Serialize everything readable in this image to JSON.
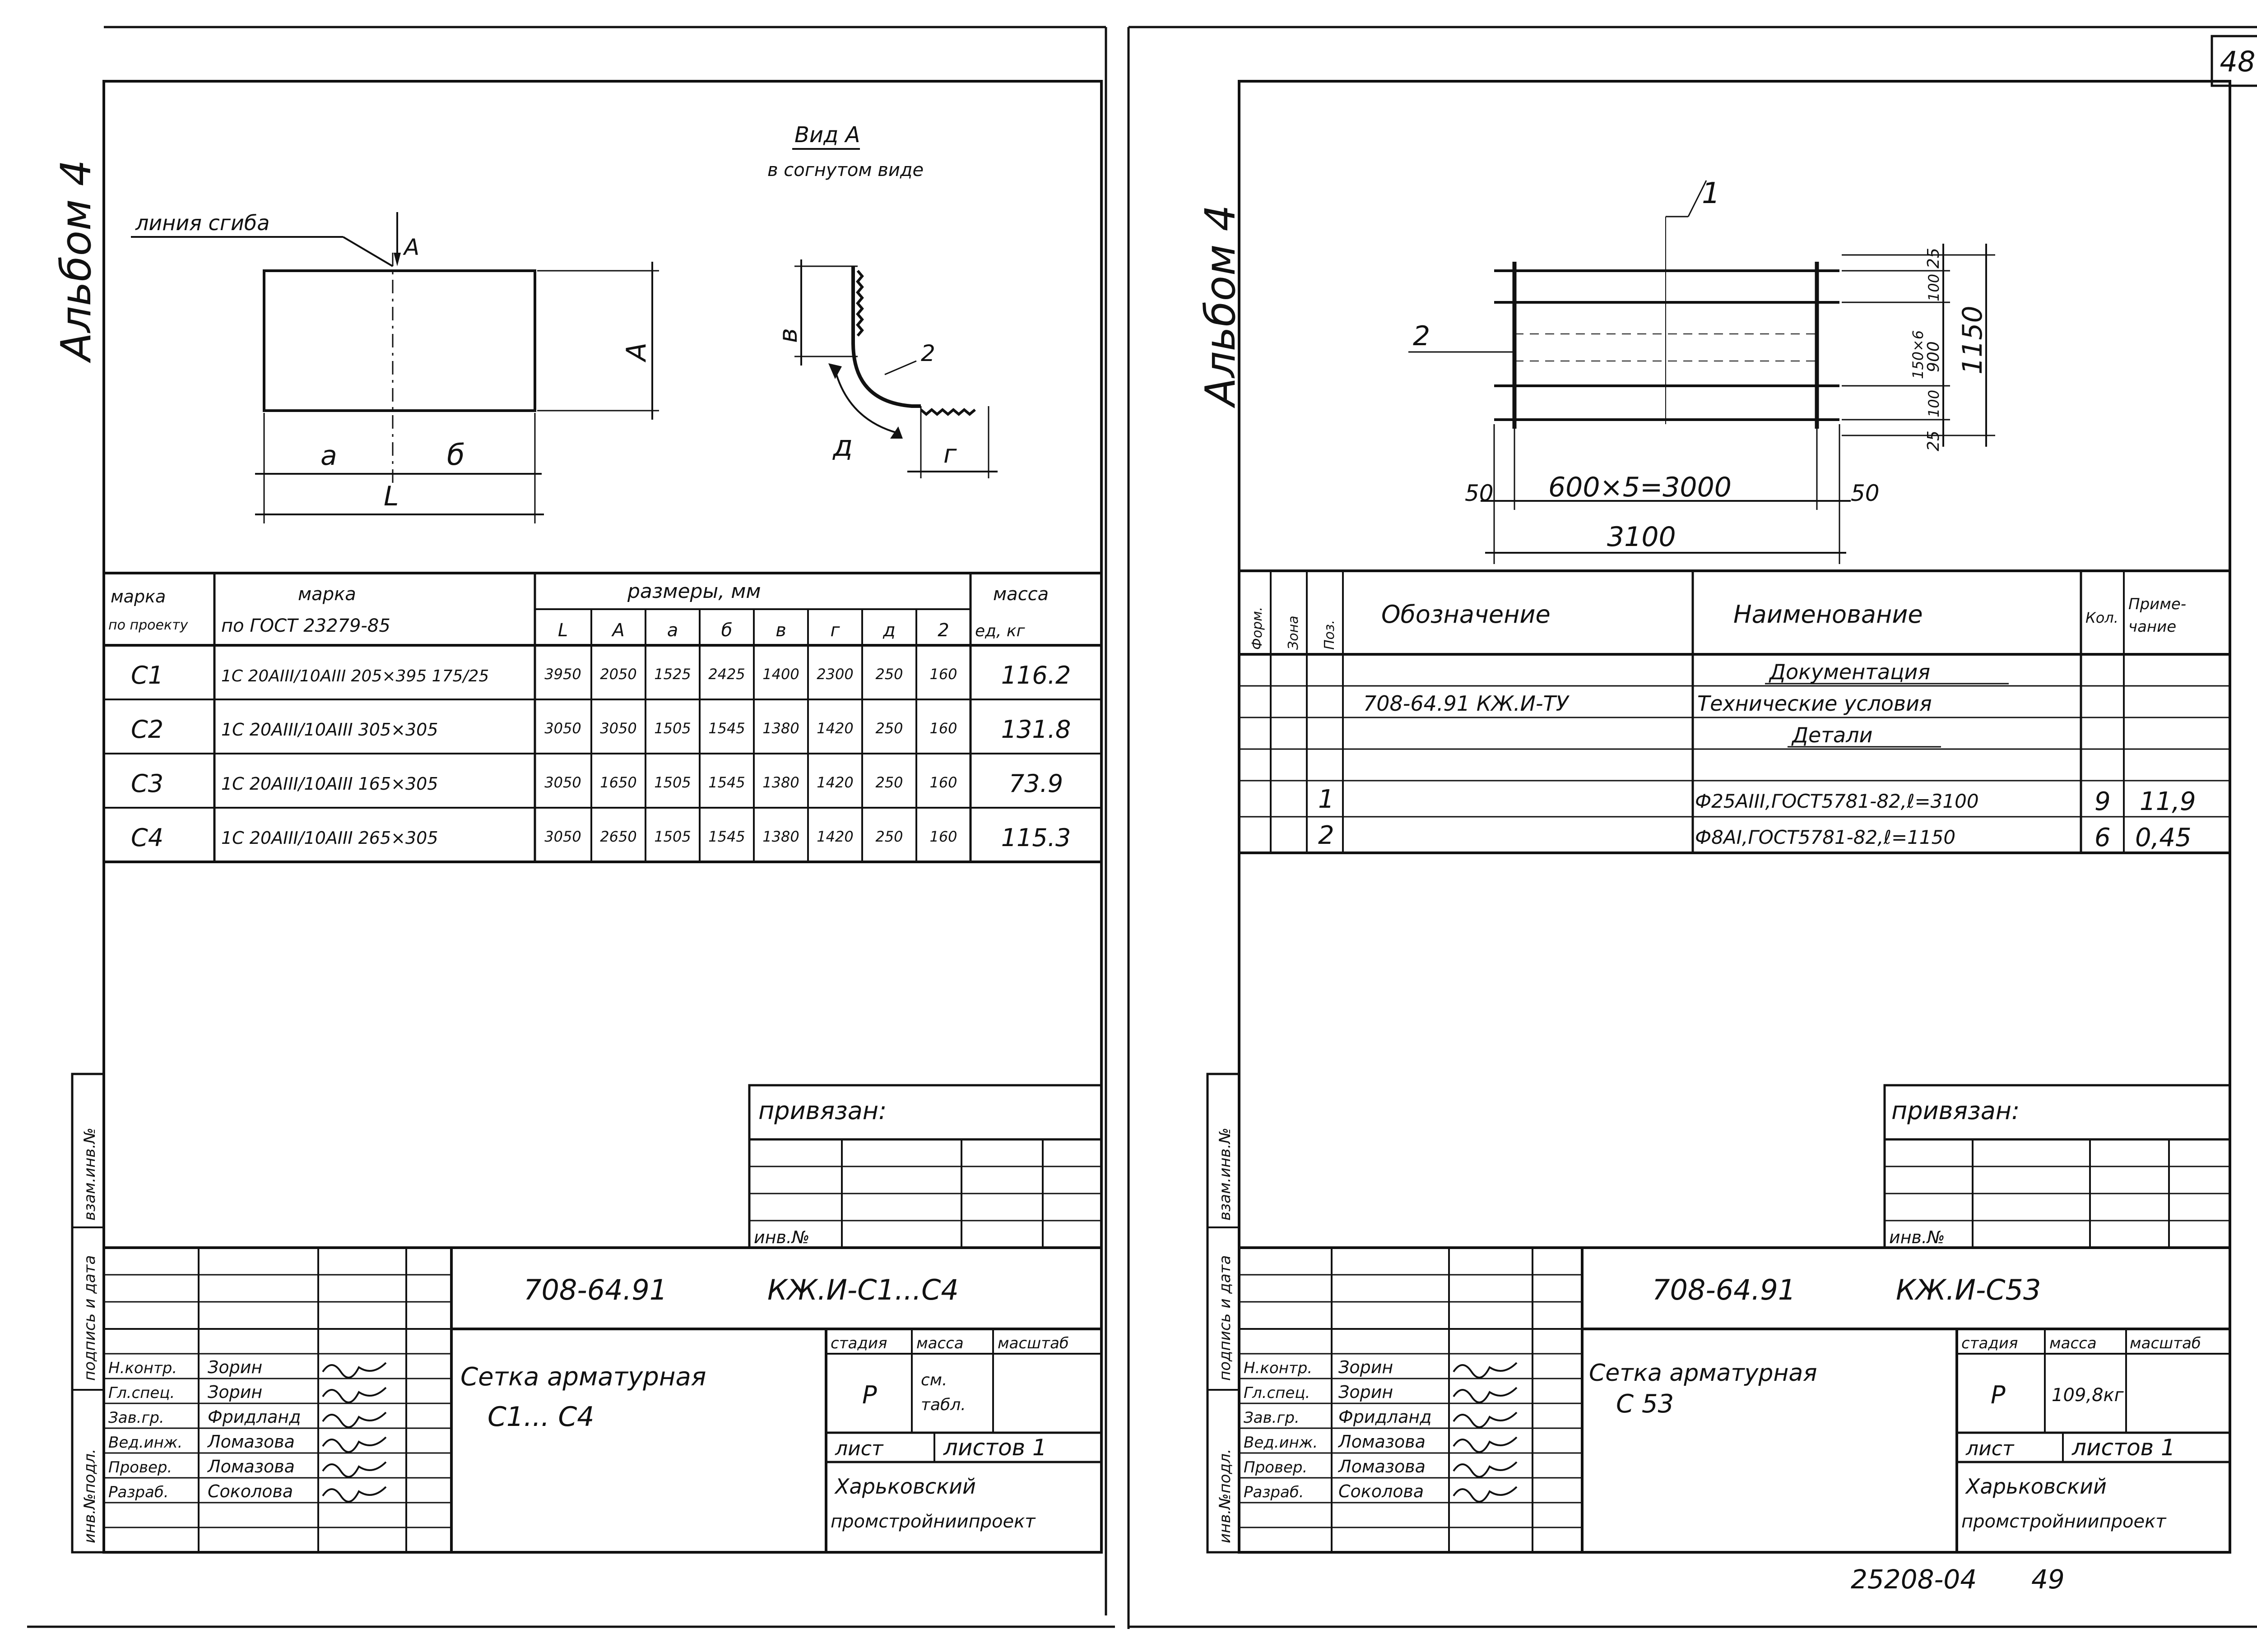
{
  "page_number": "48",
  "footer_number": "25208-04",
  "footer_page": "49",
  "left": {
    "album": "Альбом 4",
    "drawing": {
      "bend_line_label": "линия сгиба",
      "view_label": "Вид А",
      "view_sub": "в согнутом виде",
      "dim_A": "А",
      "arrow_A": "А",
      "dim_a": "а",
      "dim_b": "б",
      "dim_L": "L",
      "dim_v": "в",
      "dim_g": "г",
      "dim_d": "д",
      "dim_2": "2"
    },
    "spec_table": {
      "head_mark_project_1": "марка",
      "head_mark_project_2": "по проекту",
      "head_mark_gost_1": "марка",
      "head_mark_gost_2": "по ГОСТ 23279-85",
      "head_sizes": "размеры, мм",
      "head_mass_1": "масса",
      "head_mass_2": "ед, кг",
      "size_cols": [
        "L",
        "А",
        "а",
        "б",
        "в",
        "г",
        "д",
        "2"
      ],
      "rows": [
        {
          "mark": "С1",
          "gost": "1С 20АIII/10АIII 205×395 175/25",
          "sizes": [
            "3950",
            "2050",
            "1525",
            "2425",
            "1400",
            "2300",
            "250",
            "160"
          ],
          "mass": "116.2"
        },
        {
          "mark": "С2",
          "gost": "1С 20АIII/10АIII 305×305",
          "sizes": [
            "3050",
            "3050",
            "1505",
            "1545",
            "1380",
            "1420",
            "250",
            "160"
          ],
          "mass": "131.8"
        },
        {
          "mark": "С3",
          "gost": "1С 20АIII/10АIII 165×305",
          "sizes": [
            "3050",
            "1650",
            "1505",
            "1545",
            "1380",
            "1420",
            "250",
            "160"
          ],
          "mass": "73.9"
        },
        {
          "mark": "С4",
          "gost": "1С 20АIII/10АIII 265×305",
          "sizes": [
            "3050",
            "2650",
            "1505",
            "1545",
            "1380",
            "1420",
            "250",
            "160"
          ],
          "mass": "115.3"
        }
      ]
    },
    "privyazan": "привязан:",
    "inv_no": "инв.№",
    "side_stamp": [
      "инв.№подл.",
      "подпись и дата",
      "взам.инв.№"
    ],
    "doc_code": "708-64.91",
    "doc_suffix": "КЖ.И-С1...С4",
    "title_1": "Сетка арматурная",
    "title_2": "С1... С4",
    "col_stage": "стадия",
    "col_mass": "масса",
    "col_scale": "масштаб",
    "stage_value": "Р",
    "mass_value_1": "см.",
    "mass_value_2": "табл.",
    "sheet_label": "лист",
    "sheets_label": "листов 1",
    "org_1": "Харьковский",
    "org_2": "промстройниипроект",
    "signers": [
      {
        "role": "Н.контр.",
        "name": "Зорин"
      },
      {
        "role": "Гл.спец.",
        "name": "Зорин"
      },
      {
        "role": "Зав.гр.",
        "name": "Фридланд"
      },
      {
        "role": "Вед.инж.",
        "name": "Ломазова"
      },
      {
        "role": "Провер.",
        "name": "Ломазова"
      },
      {
        "role": "Разраб.",
        "name": "Соколова"
      }
    ]
  },
  "right": {
    "album": "Альбом 4",
    "drawing": {
      "pos_1": "1",
      "pos_2": "2",
      "dim_50_left": "50",
      "dim_main": "600×5=3000",
      "dim_50_right": "50",
      "dim_total": "3100",
      "dim_25_top": "25",
      "dim_100_top": "100",
      "dim_150x6": "150×6",
      "dim_900": "900",
      "dim_100_bot": "100",
      "dim_25_bot": "25",
      "dim_1150": "1150"
    },
    "bom": {
      "h_format": "Форм.",
      "h_zone": "Зона",
      "h_pos": "Поз.",
      "h_designation": "Обозначение",
      "h_name": "Наименование",
      "h_qty": "Кол.",
      "h_note_1": "Приме-",
      "h_note_2": "чание",
      "section_docs": "Документация",
      "doc_designation": "708-64.91 КЖ.И-ТУ",
      "doc_name": "Технические условия",
      "section_parts": "Детали",
      "rows": [
        {
          "pos": "1",
          "name": "Ф25АIII,ГОСТ5781-82,ℓ=3100",
          "qty": "9",
          "note": "11,9"
        },
        {
          "pos": "2",
          "name": "Ф8АI,ГОСТ5781-82,ℓ=1150",
          "qty": "6",
          "note": "0,45"
        }
      ]
    },
    "privyazan": "привязан:",
    "inv_no": "инв.№",
    "side_stamp": [
      "инв.№подл.",
      "подпись и дата",
      "взам.инв.№"
    ],
    "doc_code": "708-64.91",
    "doc_suffix": "КЖ.И-С53",
    "title_1": "Сетка арматурная",
    "title_2": "С 53",
    "col_stage": "стадия",
    "col_mass": "масса",
    "col_scale": "масштаб",
    "stage_value": "Р",
    "mass_value": "109,8кг",
    "sheet_label": "лист",
    "sheets_label": "листов 1",
    "org_1": "Харьковский",
    "org_2": "промстройниипроект",
    "signers": [
      {
        "role": "Н.контр.",
        "name": "Зорин"
      },
      {
        "role": "Гл.спец.",
        "name": "Зорин"
      },
      {
        "role": "Зав.гр.",
        "name": "Фридланд"
      },
      {
        "role": "Вед.инж.",
        "name": "Ломазова"
      },
      {
        "role": "Провер.",
        "name": "Ломазова"
      },
      {
        "role": "Разраб.",
        "name": "Соколова"
      }
    ]
  }
}
